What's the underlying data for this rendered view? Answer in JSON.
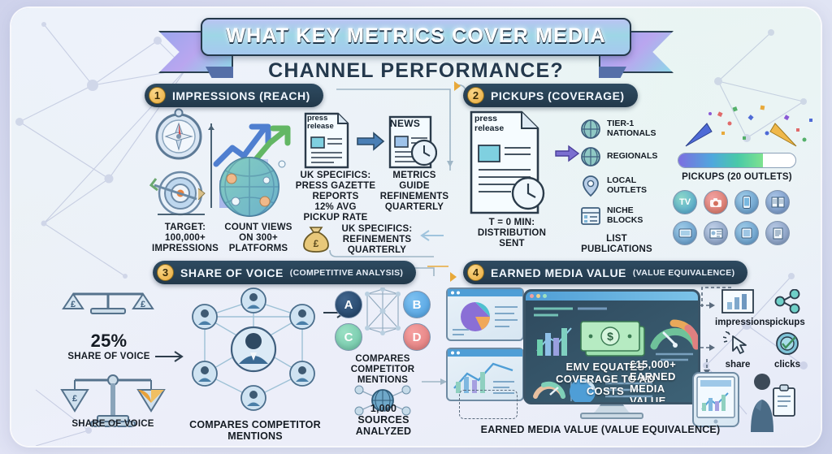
{
  "title": {
    "line1": "WHAT KEY METRICS COVER MEDIA",
    "line2": "CHANNEL PERFORMANCE?"
  },
  "sections": [
    {
      "number": "1",
      "title": "IMPRESSIONS (REACH)",
      "subtitle": "",
      "captions": [
        "TARGET:\n100,000+\nIMPRESSIONS",
        "COUNT VIEWS\nON 300+\nPLATFORMS",
        "UK SPECIFICS:\nPRESS GAZETTE\nREPORTS\n12% AVG\nPICKUP RATE",
        "METRICS\nGUIDE\nREFINEMENTS\nQUARTERLY",
        "UK SPECIFICS:\nREFINEMENTS\nQUARTERLY"
      ],
      "icons": [
        "compass-icon",
        "target-icon",
        "globe-icon",
        "growth-arrow-icon",
        "bar-chart-icon",
        "press-release-icon",
        "news-icon",
        "money-bag-icon"
      ],
      "doc_labels": [
        "press release",
        "NEWS"
      ]
    },
    {
      "number": "2",
      "title": "PICKUPS (COVERAGE)",
      "subtitle": "",
      "captions": [
        "T = 0 MIN:\nDISTRIBUTION\nSENT",
        "LIST\nPUBLICATIONS",
        "PICKUPS (20 OUTLETS)"
      ],
      "outlet_list": [
        {
          "icon": "globe-icon",
          "label": "TIER-1\nNATIONALS"
        },
        {
          "icon": "globe-icon",
          "label": "REGIONALS"
        },
        {
          "icon": "location-pin-icon",
          "label": "LOCAL\nOUTLETS"
        },
        {
          "icon": "list-block-icon",
          "label": "NICHE\nBLOCKS"
        }
      ],
      "media_icons": [
        "tv-icon",
        "camera-icon",
        "mobile-icon",
        "newspaper-icon",
        "television-icon",
        "press-card-icon",
        "tablet-icon",
        "document-icon"
      ],
      "progress_percent": 72,
      "doc_label": "press release"
    },
    {
      "number": "3",
      "title": "SHARE OF VOICE",
      "subtitle": "(COMPETITIVE ANALYSIS)",
      "captions": [
        "25%",
        "SHARE OF VOICE",
        "SHARE OF VOICE",
        "COMPARES COMPETITOR\nMENTIONS",
        "COMPARES\nCOMPETITOR\nMENTIONS",
        "1,000\nSOURCES\nANALYZED"
      ],
      "competitors": [
        "A",
        "B",
        "C",
        "D"
      ],
      "icons": [
        "scales-icon",
        "people-network-icon",
        "globe-network-icon",
        "money-bag-icon"
      ]
    },
    {
      "number": "4",
      "title": "EARNED MEDIA VALUE",
      "subtitle": "(VALUE EQUIVALENCE)",
      "captions": [
        "EMV EQUATES\nCOVERAGE TO AD COSTS",
        "£15,000+\nEARNED\nMEDIA\nVALUE",
        "EARNED MEDIA VALUE (VALUE EQUIVALENCE)"
      ],
      "metric_icons": [
        {
          "icon": "bar-chart-icon",
          "label": "impressions"
        },
        {
          "icon": "share-node-icon",
          "label": "pickups"
        },
        {
          "icon": "cursor-click-icon",
          "label": "share"
        },
        {
          "icon": "target-click-icon",
          "label": "clicks"
        }
      ],
      "icons": [
        "monitor-icon",
        "dashboard-icon",
        "money-icon",
        "gauge-icon",
        "pie-chart-icon",
        "tablet-icon",
        "person-icon",
        "clipboard-icon"
      ]
    }
  ],
  "colors": {
    "chip_bg": "#2a4459",
    "chip_number": "#e8a93a",
    "text_dark": "#141b24",
    "accent_blue": "#4f9ed6",
    "accent_green": "#49c9a8",
    "accent_purple": "#7c6ee0"
  },
  "competitor_colors": {
    "A": "#1f3f63",
    "B": "#4d9fe0",
    "C": "#6cc4a6",
    "D": "#e07a7a"
  }
}
